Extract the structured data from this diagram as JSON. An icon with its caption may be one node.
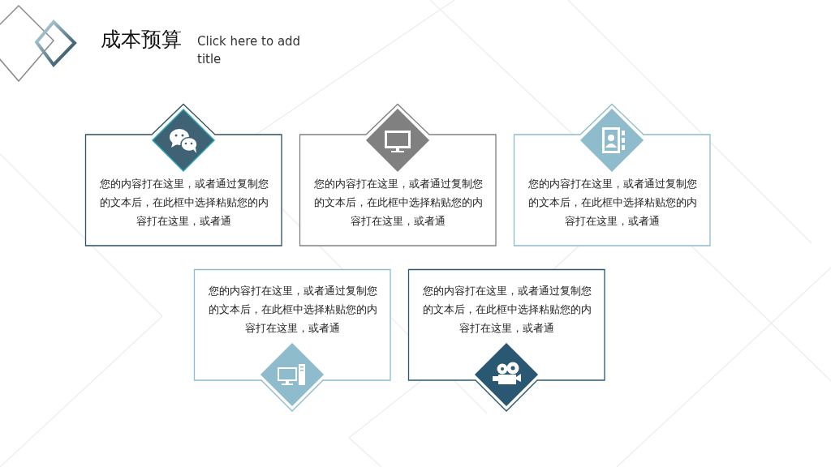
{
  "diagram": {
    "title": "成本预算",
    "nodes": [
      {
        "text": [
          "您的内容打在这里，或者通过复制您的文本后，在此框中选择粘贴您的内容打在这里，或者通"
        ]
      },
      {
        "text": [
          "您的内容打在这里，或者通过复制您的文本后，在此框中选择粘贴您的内容打在这里，或者通"
        ]
      },
      {
        "text": [
          "您的内容打在这里，或者通过复制您的文本后，在此框中选择粘贴您的内容打在这里，或者通"
        ]
      },
      {
        "text": [
          "您的内容打在这里，或者通过复制您的文本后，在此框中选择粘贴您的内容打在这里，或者通"
        ]
      },
      {
        "text": [
          "您的内容打在这里，或者通过复制您的文本后，在此框中选择粘贴您的内容打在这里，或者通"
        ]
      }
    ],
    "labels": [
      "Click here to add title"
    ]
  }
}
